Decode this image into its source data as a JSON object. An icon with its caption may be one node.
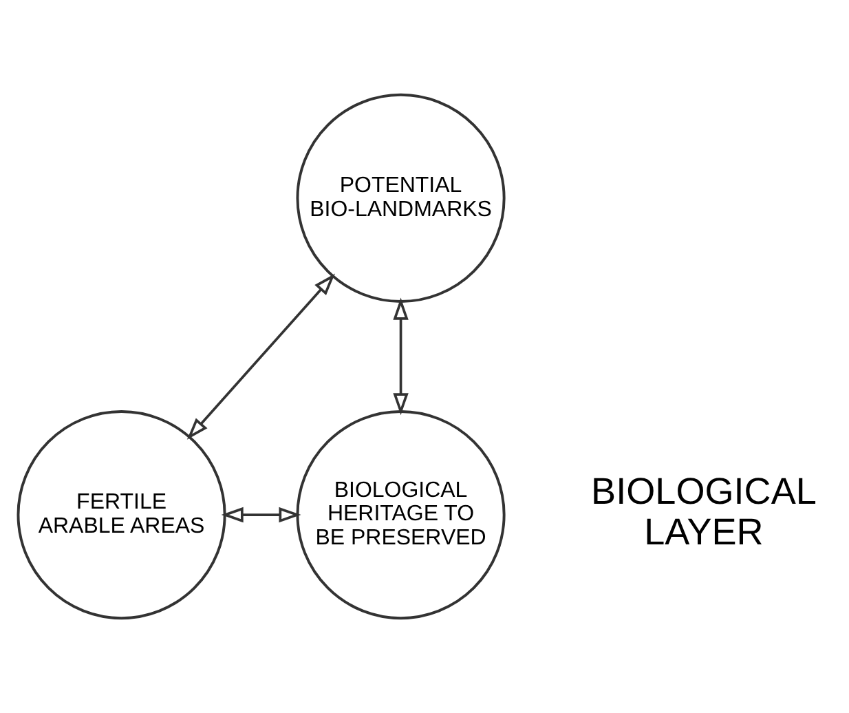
{
  "diagram": {
    "nodes": [
      {
        "text": [
          "POTENTIAL BIO-LANDMARKS"
        ]
      },
      {
        "text": [
          "FERTILE ARABLE AREAS"
        ]
      },
      {
        "text": [
          "BIOLOGICAL HERITAGE TO BE PRESERVED"
        ]
      }
    ],
    "edges": [
      {
        "from": 0,
        "to": 1,
        "arrow": "both"
      },
      {
        "from": 0,
        "to": 2,
        "arrow": "both"
      },
      {
        "from": 1,
        "to": 2,
        "arrow": "both"
      }
    ],
    "labels": [
      "BIOLOGICAL LAYER"
    ]
  }
}
